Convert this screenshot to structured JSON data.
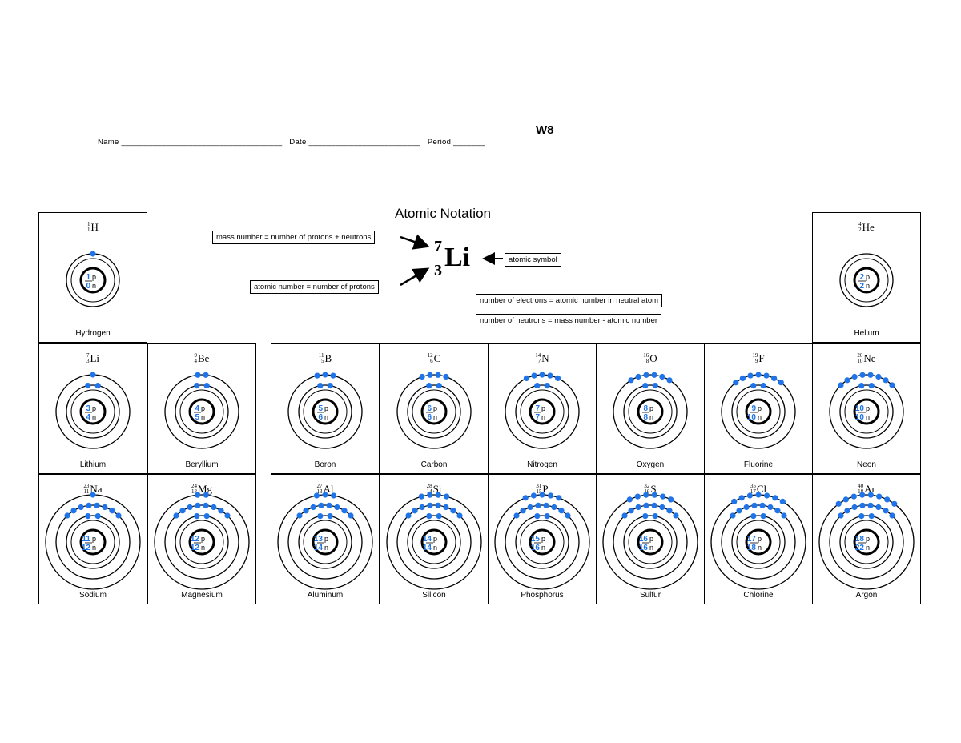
{
  "worksheet": {
    "code": "W8",
    "header_line": "Name ____________________________________   Date _________________________   Period _______"
  },
  "notation": {
    "title": "Atomic Notation",
    "example": {
      "mass": "7",
      "atomic": "3",
      "symbol": "Li"
    },
    "label_mass": "mass number = number of protons + neutrons",
    "label_atomic": "atomic number = number of protons",
    "label_symbol": "atomic symbol",
    "label_electrons": "number of electrons = atomic number in neutral atom",
    "label_neutrons": "number of neutrons = mass number - atomic number"
  },
  "colors": {
    "electron": "#1e74e8",
    "nucleus_text": "#1e74e8",
    "ink": "#000000"
  },
  "elements": [
    {
      "name": "Hydrogen",
      "symbol": "H",
      "mass": "1",
      "atomic": "1",
      "protons": "1",
      "neutrons": "0",
      "shells": [
        1
      ]
    },
    {
      "name": "Helium",
      "symbol": "He",
      "mass": "4",
      "atomic": "2",
      "protons": "2",
      "neutrons": "2",
      "shells": [
        0
      ]
    },
    {
      "name": "Lithium",
      "symbol": "Li",
      "mass": "7",
      "atomic": "3",
      "protons": "3",
      "neutrons": "4",
      "shells": [
        2,
        1
      ]
    },
    {
      "name": "Beryllium",
      "symbol": "Be",
      "mass": "9",
      "atomic": "4",
      "protons": "4",
      "neutrons": "5",
      "shells": [
        2,
        2
      ]
    },
    {
      "name": "Boron",
      "symbol": "B",
      "mass": "11",
      "atomic": "5",
      "protons": "5",
      "neutrons": "6",
      "shells": [
        2,
        3
      ]
    },
    {
      "name": "Carbon",
      "symbol": "C",
      "mass": "12",
      "atomic": "6",
      "protons": "6",
      "neutrons": "6",
      "shells": [
        2,
        4
      ]
    },
    {
      "name": "Nitrogen",
      "symbol": "N",
      "mass": "14",
      "atomic": "7",
      "protons": "7",
      "neutrons": "7",
      "shells": [
        2,
        5
      ]
    },
    {
      "name": "Oxygen",
      "symbol": "O",
      "mass": "16",
      "atomic": "8",
      "protons": "8",
      "neutrons": "8",
      "shells": [
        2,
        6
      ]
    },
    {
      "name": "Fluorine",
      "symbol": "F",
      "mass": "19",
      "atomic": "9",
      "protons": "9",
      "neutrons": "10",
      "shells": [
        2,
        7
      ]
    },
    {
      "name": "Neon",
      "symbol": "Ne",
      "mass": "20",
      "atomic": "10",
      "protons": "10",
      "neutrons": "10",
      "shells": [
        2,
        8
      ]
    },
    {
      "name": "Sodium",
      "symbol": "Na",
      "mass": "23",
      "atomic": "11",
      "protons": "11",
      "neutrons": "12",
      "shells": [
        2,
        8,
        1
      ]
    },
    {
      "name": "Magnesium",
      "symbol": "Mg",
      "mass": "24",
      "atomic": "12",
      "protons": "12",
      "neutrons": "12",
      "shells": [
        2,
        8,
        2
      ]
    },
    {
      "name": "Aluminum",
      "symbol": "Al",
      "mass": "27",
      "atomic": "13",
      "protons": "13",
      "neutrons": "14",
      "shells": [
        2,
        8,
        3
      ]
    },
    {
      "name": "Silicon",
      "symbol": "Si",
      "mass": "28",
      "atomic": "14",
      "protons": "14",
      "neutrons": "14",
      "shells": [
        2,
        8,
        4
      ]
    },
    {
      "name": "Phosphorus",
      "symbol": "P",
      "mass": "31",
      "atomic": "15",
      "protons": "15",
      "neutrons": "16",
      "shells": [
        2,
        8,
        5
      ]
    },
    {
      "name": "Sulfur",
      "symbol": "S",
      "mass": "32",
      "atomic": "16",
      "protons": "16",
      "neutrons": "16",
      "shells": [
        2,
        8,
        6
      ]
    },
    {
      "name": "Chlorine",
      "symbol": "Cl",
      "mass": "35",
      "atomic": "17",
      "protons": "17",
      "neutrons": "18",
      "shells": [
        2,
        8,
        7
      ]
    },
    {
      "name": "Argon",
      "symbol": "Ar",
      "mass": "40",
      "atomic": "18",
      "protons": "18",
      "neutrons": "22",
      "shells": [
        2,
        8,
        8
      ]
    }
  ],
  "nucleus_labels": {
    "p": "p",
    "n": "n"
  }
}
